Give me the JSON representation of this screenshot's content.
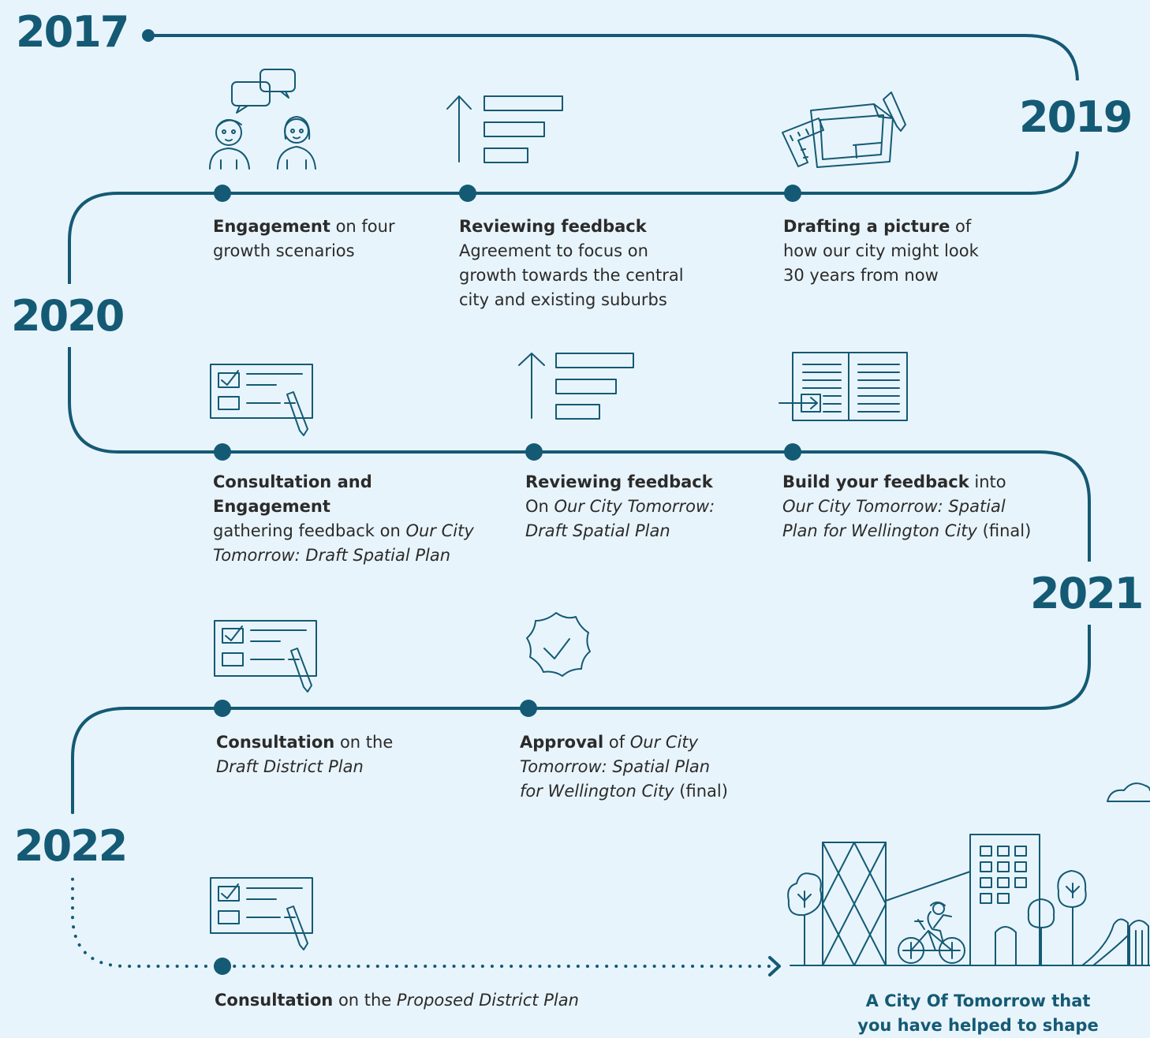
{
  "years": {
    "y2017": "2017",
    "y2019": "2019",
    "y2020": "2020",
    "y2021": "2021",
    "y2022": "2022"
  },
  "milestones": [
    {
      "bold": "Engagement",
      "rest": " on four growth scenarios"
    },
    {
      "bold": "Reviewing feedback",
      "rest": "Agreement to focus on growth towards the central city and existing suburbs"
    },
    {
      "bold": "Drafting a picture",
      "rest": " of how our city might look 30 years from now"
    },
    {
      "bold": "Consultation and Engagement",
      "rest": "gathering feedback on ",
      "italic": "Our City Tomorrow: Draft Spatial Plan"
    },
    {
      "bold": "Reviewing feedback",
      "rest": "On ",
      "italic": "Our City Tomorrow: Draft Spatial Plan"
    },
    {
      "bold": "Build your feedback",
      "rest": " into",
      "italic": "Our City Tomorrow: Spatial Plan for Wellington City",
      "tail": " (final)"
    },
    {
      "bold": "Consultation",
      "rest": " on the",
      "italic": "Draft District Plan"
    },
    {
      "bold": "Approval",
      "rest": " of ",
      "italic": "Our City Tomorrow: Spatial Plan for Wellington City",
      "tail": " (final)"
    },
    {
      "bold": "Consultation",
      "rest": " on the ",
      "italic": "Proposed District Plan"
    }
  ],
  "final_caption": "A City Of Tomorrow that you have helped to shape",
  "icons": [
    "people-talking-icon",
    "feedback-bars-icon",
    "drafting-plan-icon",
    "checklist-icon",
    "feedback-bars-icon",
    "document-build-icon",
    "checklist-icon",
    "approval-badge-icon",
    "checklist-icon",
    "city-scene-icon"
  ],
  "colors": {
    "line": "#145a74",
    "background": "#e8f4fb",
    "text": "#2b2b2b"
  }
}
